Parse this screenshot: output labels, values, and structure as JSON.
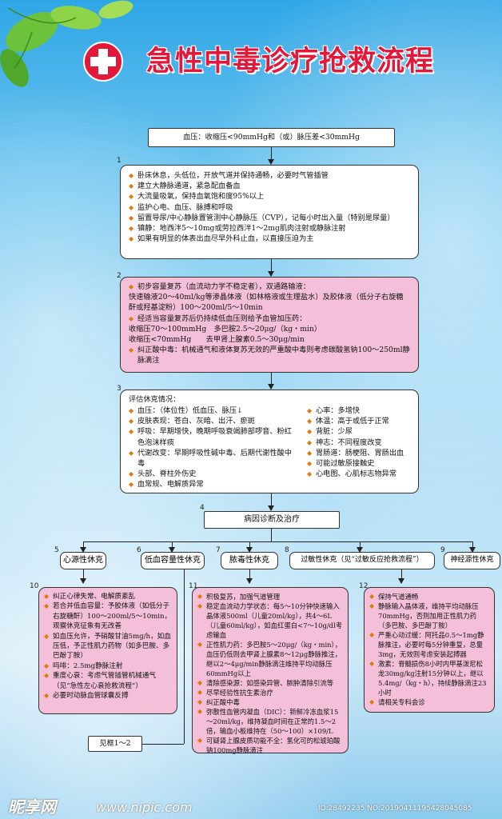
{
  "title": "急性中毒诊疗抢救流程",
  "header_box": "血压：收缩压<90mmHg和（或）脉压差<30mmHg",
  "step_numbers": [
    "1",
    "2",
    "3",
    "4",
    "5",
    "6",
    "7",
    "8",
    "9",
    "10",
    "11",
    "12"
  ],
  "step1_items": [
    "卧床休息，头低位，开放气道并保持通畅，必要时气管插管",
    "建立大静脉通道，紧急配血备血",
    "大流量吸氧，保持血氧饱和度95%以上",
    "监护心电、血压、脉搏和呼吸",
    "留置导尿/中心静脉置管测中心静脉压（CVP），记每小时出入量（特别是尿量）",
    "镇静：地西泮5～10mg或劳拉西泮1～2mg肌肉注射或静脉注射",
    "如果有明显的体表出血尽早外科止血，以直接压迫为主"
  ],
  "step2": {
    "item1": "初步容量复苏（血流动力学不稳定者），双通路输液：",
    "item1_detail": "快速输液20～40ml/kg等渗晶体液（如林格液或生理盐水）及胶体液（低分子右旋糖酐或羟基淀粉）100～200ml/5～10min",
    "item2": "经适当容量复苏后仍持续低血压则给予血管加压药：",
    "item2_line1": "收缩压70～100mmHg　多巴胺2.5～20μg/（kg・min）",
    "item2_line2": "收缩压<70mmHg　　去甲肾上腺素0.5～30μg/min",
    "item3": "纠正酸中毒：机械通气和液体复苏无效的严重酸中毒则考虑碳酸氢钠100～250ml静脉滴注"
  },
  "step3": {
    "heading": "评估休克情况：",
    "left": [
      "血压：（体位性）低血压、脉压↓",
      "皮肤表现：苍白、灰暗、出汗、瘀斑",
      "呼吸：早期增快，晚期呼吸衰竭肺部啰音、粉红色泡沫样痰",
      "代谢改变：早期呼吸性碱中毒、后期代谢性酸中毒",
      "头部、脊柱外伤史",
      "血常规、电解质异常"
    ],
    "right": [
      "心率：多增快",
      "体温：高于或低于正常",
      "背脏：少尿",
      "神志：不同程度改变",
      "胃肠道：肠梗阻、胃肠出血",
      "可能过敏原接触史",
      "心电图、心肌标志物异常"
    ]
  },
  "step4": "病因诊断及治疗",
  "shock_types": [
    "心源性休克",
    "低血容量性休克",
    "脓毒性休克",
    "过敏性休克（见“过敏反应抢救流程”）",
    "神经源性休克"
  ],
  "box10": [
    "纠正心律失常、电解质紊乱",
    "若合并低血容量：予胶体液（如低分子右旋糖酐）100～200ml/5～10min，观察休克征象有无改善",
    "如血压允许，予硝酸甘油5mg/h，如血压低，予正性肌力药物（如多巴胺、多巴酚丁胺）",
    "吗啡：2.5mg静脉注射",
    "重度心衰：考虑气管插管机械通气（见“急性左心衰抢救流程”）",
    "必要时动脉血管球囊反搏"
  ],
  "see_box": "见框1～2",
  "box11": [
    "积极复苏，加强气道管理",
    "稳定血流动力学状态：每5～10分钟快速输入晶体液500ml（儿童20ml/kg），共4～6L（儿童60ml/kg），如血红蛋白<7～10g/dl考虑输血",
    "正性肌力药：多巴胺5～20μg/（kg・min），血压仍低则去甲肾上腺素8～12μg静脉推注，继以2～4μg/min静脉滴注维持平均动脉压60mmHg以上",
    "清除感染源：如感染异管、脓肿清除引流等",
    "尽早经验性抗生素治疗",
    "纠正酸中毒",
    "弥散性血管内凝血（DIC）：新鲜冷冻血浆15～20ml/kg，维持凝血时间在正常的1.5～2倍，输血小板维持在（50～100）×109/L",
    "可疑肾上腺皮质功能不全：氢化可的松琥珀酸钠100mg静脉滴注"
  ],
  "box12": [
    "保持气道通畅",
    "静脉输入晶体液，维持平均动脉压70mmHg，否则加用正性肌力药（多巴胺、多巴酚丁胺）",
    "严重心动过缓：阿托品0.5～1mg静脉推注，必要时每5分钟重复，总量3mg，无效则考虑安装起搏器",
    "激素：脊髓损伤8小时内甲基泼尼松龙30mg/kg注射15分钟以上，继以5.4mg/（kg・h），持续静脉滴注23小时",
    "请相关专科会诊"
  ],
  "footer": {
    "logo": "昵享网",
    "url": "www.nipic.com",
    "id": "ID:28492235 NO:20190411195428045085"
  },
  "colors": {
    "title_red": "#e3173a",
    "pink_box": "#f4c0d9",
    "bullet_orange": "#e07a10",
    "sky_blue": "#2ea6e6"
  }
}
